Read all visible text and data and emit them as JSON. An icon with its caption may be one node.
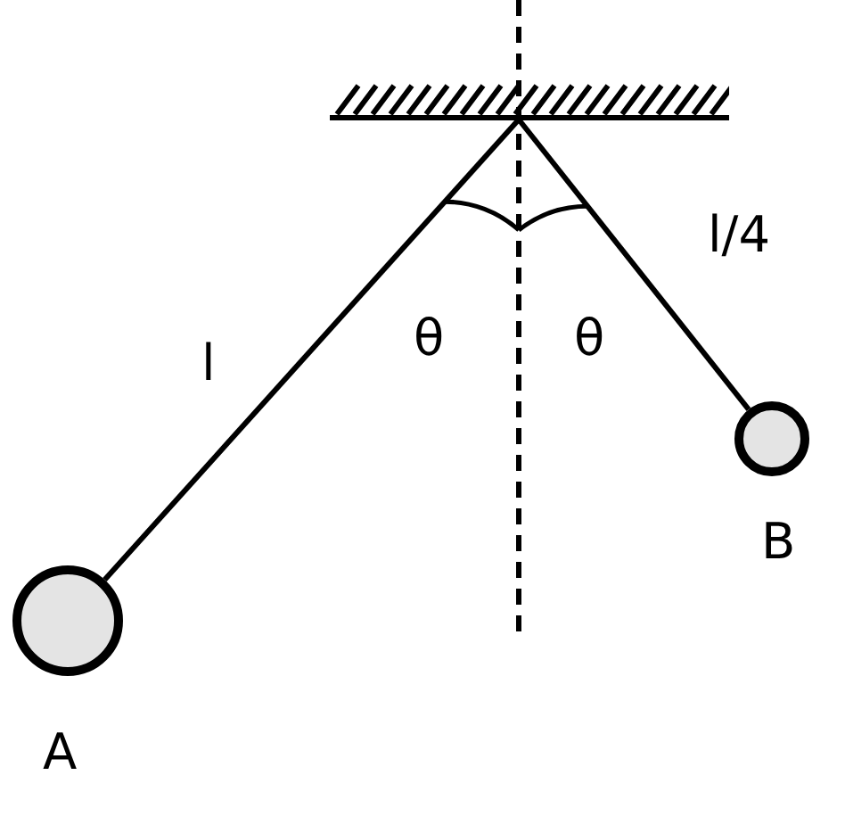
{
  "diagram": {
    "nodes": [
      {
        "text": [],
        "shape": "bar"
      },
      {
        "text": [],
        "shape": "circle",
        "beside": [
          "A"
        ]
      },
      {
        "text": [],
        "shape": "circle",
        "beside": [
          "B"
        ]
      }
    ],
    "edges": [
      {
        "from": 0,
        "to": 1,
        "arrow": "none",
        "label": "l"
      },
      {
        "from": 0,
        "to": 2,
        "arrow": "none",
        "label": "l/4"
      }
    ],
    "labels": [
      "θ",
      "θ"
    ]
  }
}
